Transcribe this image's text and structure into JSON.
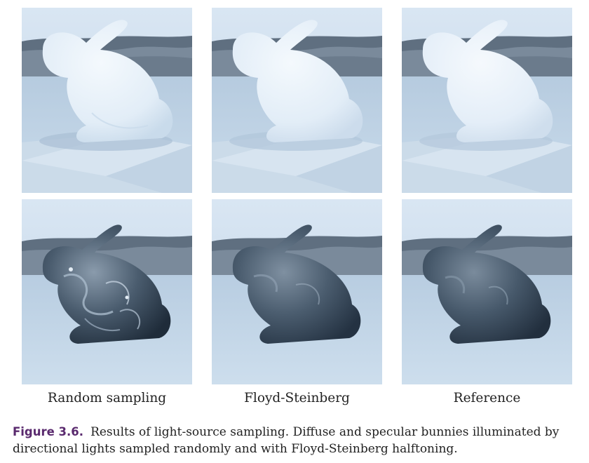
{
  "figure": {
    "columns": [
      {
        "label": "Random sampling"
      },
      {
        "label": "Floyd-Steinberg"
      },
      {
        "label": "Reference"
      }
    ],
    "rows": [
      {
        "material": "diffuse"
      },
      {
        "material": "specular"
      }
    ],
    "caption": {
      "number": "Figure 3.6.",
      "text": "Results of light-source sampling. Diffuse and specular bunnies illuminated by directional lights sampled randomly and with Floyd-Steinberg halftoning."
    }
  },
  "colors": {
    "sky": "#d4e3f1",
    "ground": "#b9cfe2",
    "mountain": "#4e5d6d",
    "diffuse_bunny": "#eaf3fb",
    "specular_bunny": "#3c4e60",
    "caption_label": "#5a2a6e"
  }
}
